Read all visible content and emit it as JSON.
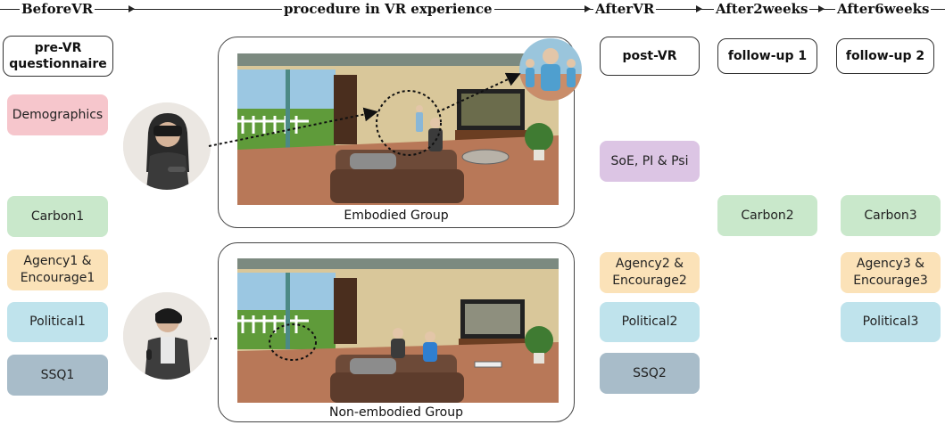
{
  "phases": {
    "before": "BeforeVR",
    "procedure": "procedure in VR experience",
    "after": "AfterVR",
    "after2": "After2weeks",
    "after6": "After6weeks"
  },
  "headers": {
    "pre": "pre-VR questionnaire",
    "post": "post-VR",
    "fu1": "follow-up 1",
    "fu2": "follow-up 2"
  },
  "before_items": {
    "demographics": "Demographics",
    "carbon": "Carbon1",
    "agency": "Agency1 & Encourage1",
    "political": "Political1",
    "ssq": "SSQ1"
  },
  "after_items": {
    "soe": "SoE, PI & Psi",
    "agency": "Agency2 & Encourage2",
    "political": "Political2",
    "ssq": "SSQ2"
  },
  "fu1_items": {
    "carbon": "Carbon2"
  },
  "fu2_items": {
    "carbon": "Carbon3",
    "agency": "Agency3 & Encourage3",
    "political": "Political3"
  },
  "groups": {
    "embodied": "Embodied Group",
    "non_embodied": "Non-embodied Group"
  },
  "colors": {
    "demographics": "#f6c6cc",
    "carbon": "#c9e8cb",
    "agency": "#fbe2b8",
    "political": "#bfe3ec",
    "ssq": "#a8bcc9",
    "soe": "#dcc5e4"
  }
}
